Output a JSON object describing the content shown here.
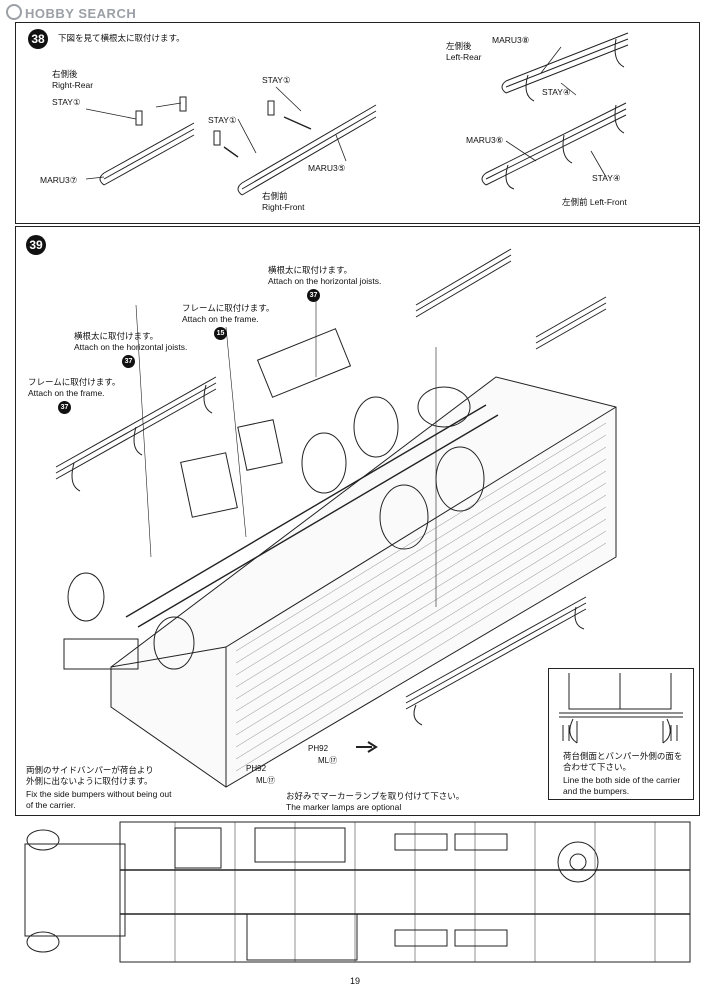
{
  "watermark": "HOBBY SEARCH",
  "page_number": "19",
  "step38": {
    "number": "38",
    "instruction": "下図を見て横根太に取付けます。",
    "right_rear_jp": "右側後",
    "right_rear_en": "Right-Rear",
    "right_front_jp": "右側前",
    "right_front_en": "Right-Front",
    "left_rear_jp": "左側後",
    "left_rear_en": "Left-Rear",
    "left_front": "左側前 Left-Front",
    "stay1_a": "STAY①",
    "stay1_b": "STAY①",
    "stay1_c": "STAY①",
    "maru3_7": "MARU3⑦",
    "maru3_5": "MARU3⑤",
    "maru3_8": "MARU3⑧",
    "maru3_6": "MARU3⑥",
    "stay4_a": "STAY④",
    "stay4_b": "STAY④"
  },
  "step39": {
    "number": "39",
    "note_joists_top_jp": "横根太に取付けます。",
    "note_joists_top_en": "Attach on the horizontal joists.",
    "badge_37_top": "37",
    "note_frame_mid_jp": "フレームに取付けます。",
    "note_frame_mid_en": "Attach on the frame.",
    "badge_15": "15",
    "note_joists_left_jp": "横根太に取付けます。",
    "note_joists_left_en": "Attach on the horizontal joists.",
    "badge_37_left": "37",
    "note_frame_left_jp": "フレームに取付けます。",
    "note_frame_left_en": "Attach on the frame.",
    "badge_37_frame": "37",
    "ph92_a": "PH92",
    "ml17_a": "ML⑰",
    "ph92_b": "PH92",
    "ml17_b": "ML⑰",
    "marker_jp": "お好みでマーカーランプを取り付けて下さい。",
    "marker_en": "The marker lamps are optional",
    "side_bumper_jp1": "両側のサイドバンパーが荷台より",
    "side_bumper_jp2": "外側に出ないように取付けます。",
    "side_bumper_en1": "Fix the side bumpers without being out",
    "side_bumper_en2": "of the carrier.",
    "inset_jp1": "荷台側面とバンパー外側の面を",
    "inset_jp2": "合わせて下さい。",
    "inset_en1": "Line the both side of the carrier",
    "inset_en2": "and the bumpers."
  }
}
